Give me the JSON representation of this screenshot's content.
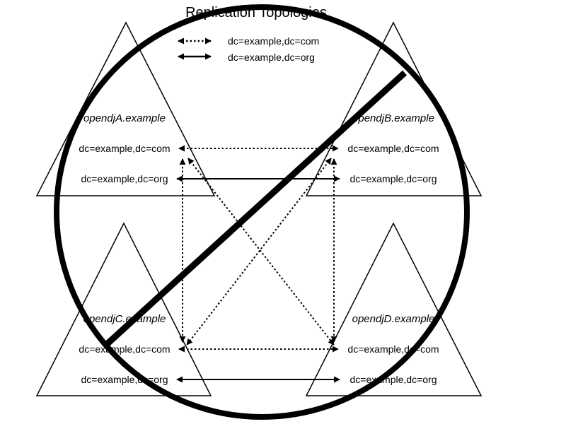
{
  "title": "Replication Topologies",
  "legend": [
    {
      "style": "dotted",
      "label": "dc=example,dc=com"
    },
    {
      "style": "solid",
      "label": "dc=example,dc=org"
    }
  ],
  "servers": [
    {
      "id": "A",
      "name": "opendjA.example",
      "suffixes": [
        "dc=example,dc=com",
        "dc=example,dc=org"
      ]
    },
    {
      "id": "B",
      "name": "opendjB.example",
      "suffixes": [
        "dc=example,dc=com",
        "dc=example,dc=org"
      ]
    },
    {
      "id": "C",
      "name": "opendjC.example",
      "suffixes": [
        "dc=example,dc=com",
        "dc=example,dc=org"
      ]
    },
    {
      "id": "D",
      "name": "opendjD.example",
      "suffixes": [
        "dc=example,dc=com",
        "dc=example,dc=org"
      ]
    }
  ],
  "links": [
    {
      "from": "A",
      "to": "B",
      "suffix": "dc=example,dc=com",
      "style": "dotted"
    },
    {
      "from": "A",
      "to": "B",
      "suffix": "dc=example,dc=org",
      "style": "solid"
    },
    {
      "from": "C",
      "to": "D",
      "suffix": "dc=example,dc=com",
      "style": "dotted"
    },
    {
      "from": "C",
      "to": "D",
      "suffix": "dc=example,dc=org",
      "style": "solid"
    },
    {
      "from": "A",
      "to": "C",
      "suffix": "dc=example,dc=com",
      "style": "dotted"
    },
    {
      "from": "B",
      "to": "D",
      "suffix": "dc=example,dc=com",
      "style": "dotted"
    },
    {
      "from": "A",
      "to": "D",
      "suffix": "dc=example,dc=com",
      "style": "dotted"
    },
    {
      "from": "B",
      "to": "C",
      "suffix": "dc=example,dc=com",
      "style": "dotted"
    }
  ],
  "overlay": {
    "symbol": "prohibition-sign"
  }
}
